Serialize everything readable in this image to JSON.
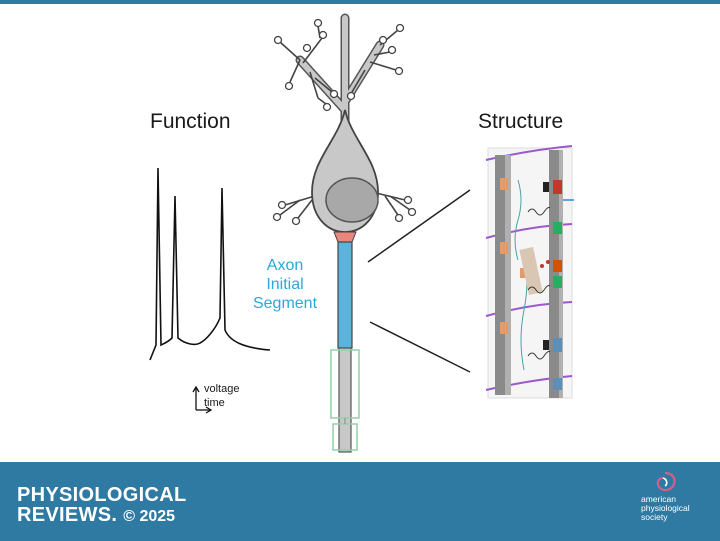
{
  "labels": {
    "function": "Function",
    "structure": "Structure",
    "ais": [
      "Axon",
      "Initial",
      "Segment"
    ],
    "scale_voltage": "voltage",
    "scale_time": "time"
  },
  "footer": {
    "journal_line1": "PHYSIOLOGICAL",
    "journal_line2": "REVIEWS.",
    "year": "© 2025",
    "publisher": [
      "american",
      "physiological",
      "society"
    ]
  },
  "colors": {
    "header_footer": "#2f7aa3",
    "axon_initial_segment": "#5bb4dc",
    "ais_label": "#27a9d9",
    "soma": "#c8c8c8",
    "nucleus": "#a8a8a8",
    "hillock": "#e8877e",
    "myelin": "#8fd1a8"
  }
}
